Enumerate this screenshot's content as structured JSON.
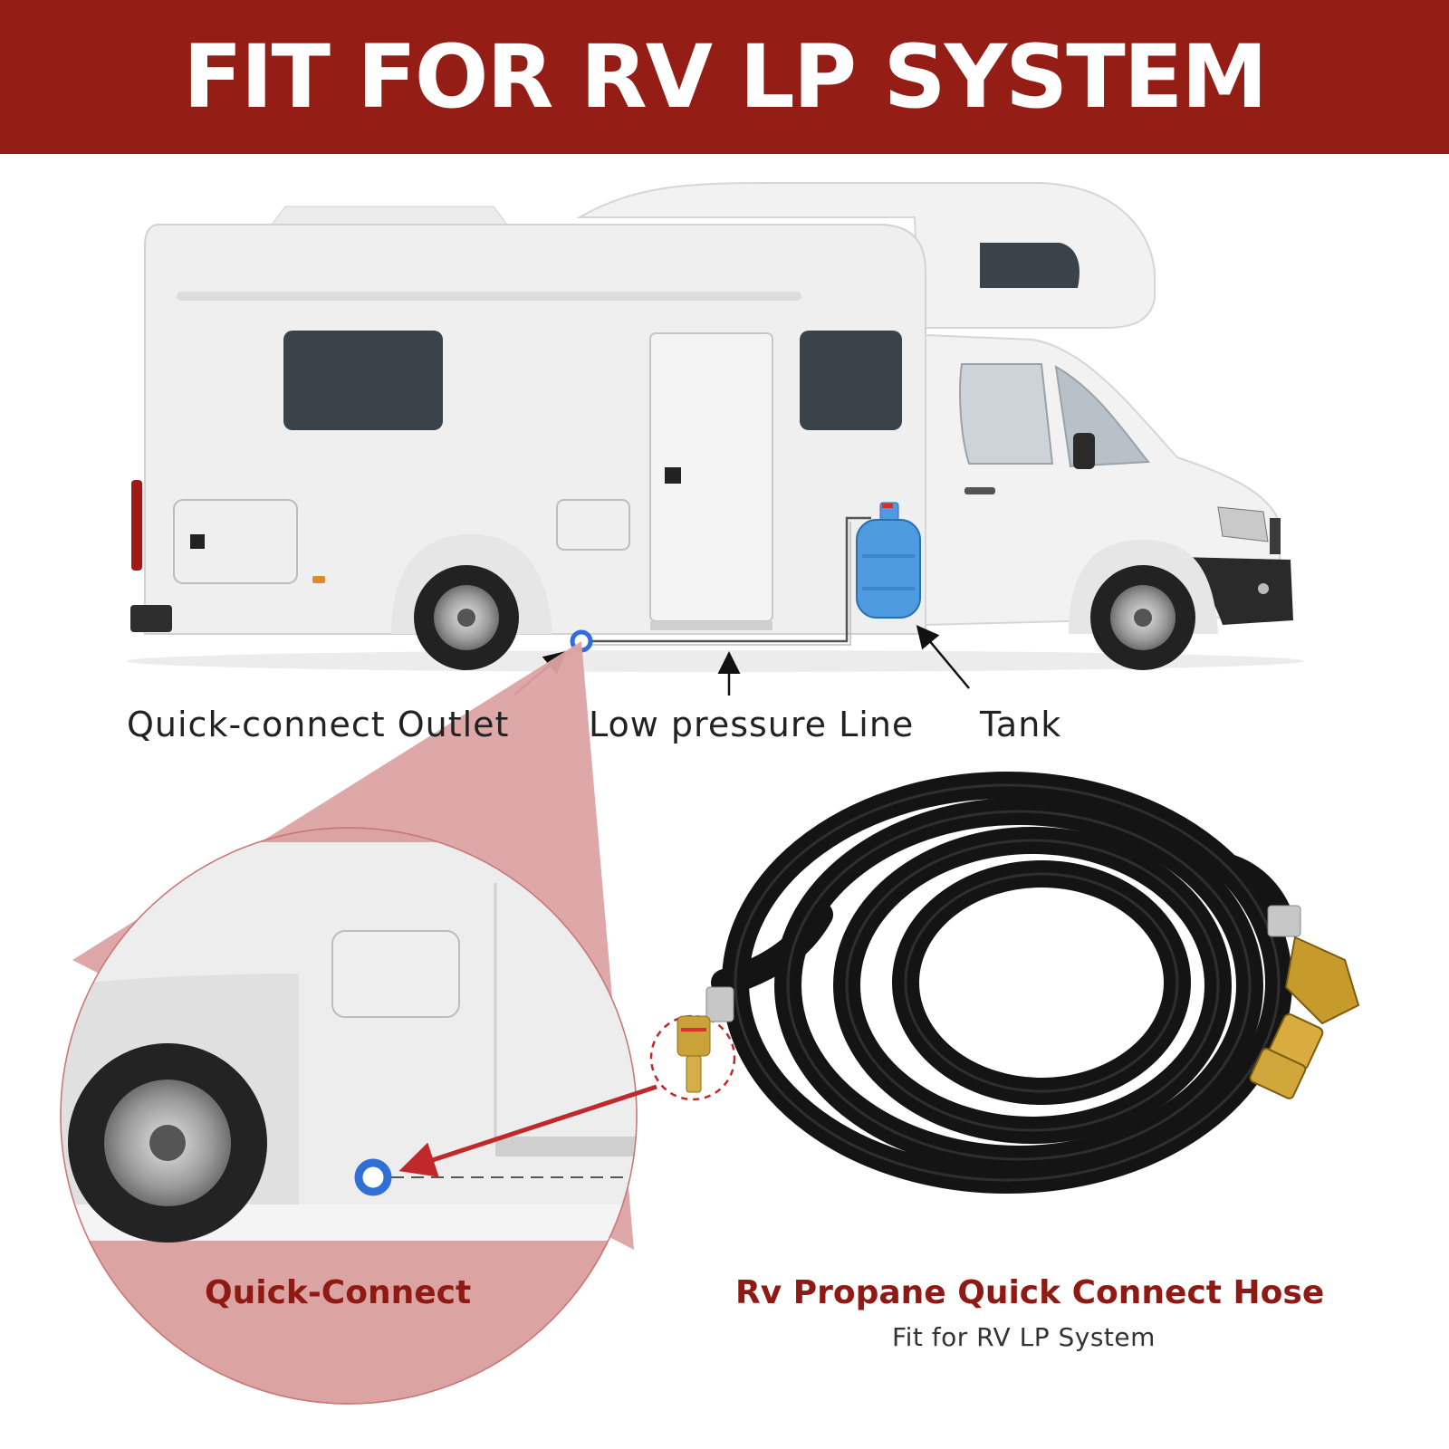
{
  "banner": {
    "title": "FIT FOR RV LP SYSTEM"
  },
  "callouts": {
    "outlet": "Quick-connect Outlet",
    "line": "Low pressure Line",
    "tank": "Tank"
  },
  "zoom_label": "Quick-Connect",
  "product": {
    "name": "Rv Propane Quick Connect Hose",
    "subtitle": "Fit for RV LP System"
  },
  "colors": {
    "banner": "#941e16",
    "accent_red": "#8f1a14",
    "zoom_fill": "#dca3a3",
    "outlet_blue": "#2f6fd6",
    "tank_blue": "#4e9be0"
  }
}
